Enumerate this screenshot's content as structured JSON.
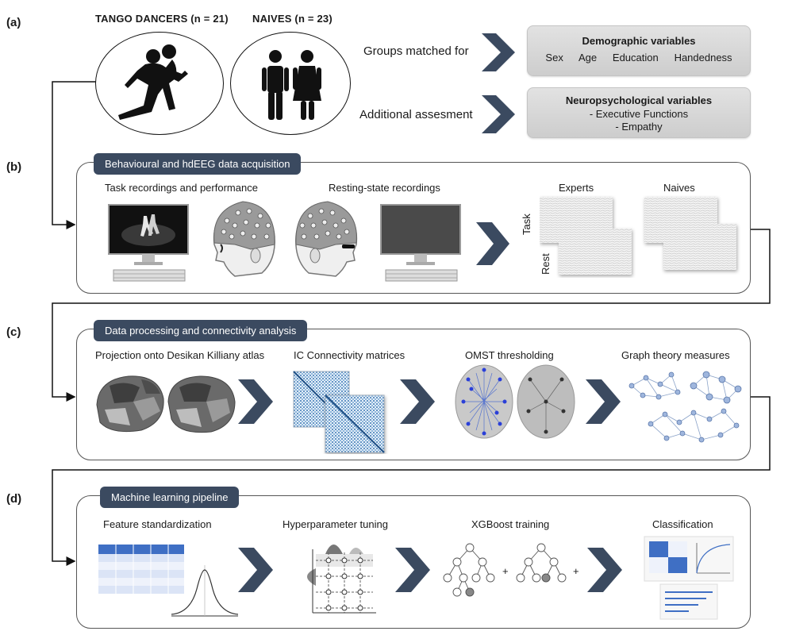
{
  "panels": {
    "a": "(a)",
    "b": "(b)",
    "c": "(c)",
    "d": "(d)"
  },
  "groups": {
    "tango": "TANGO DANCERS (n = 21)",
    "naives": "NAIVES (n = 23)"
  },
  "matching": {
    "label": "Groups matched for",
    "box_title": "Demographic variables",
    "box_items": "Sex   Age   Education   Handedness"
  },
  "assessment": {
    "label": "Additional assesment",
    "box_title": "Neuropsychological variables",
    "item1": "- Executive Functions",
    "item2": "- Empathy"
  },
  "acquisition": {
    "title": "Behavioural and hdEEG data acquisition",
    "task_caption": "Task recordings and performance",
    "rest_caption": "Resting-state recordings",
    "experts": "Experts",
    "naives": "Naives",
    "task": "Task",
    "rest": "Rest"
  },
  "processing": {
    "title": "Data processing and connectivity analysis",
    "atlas": "Projection onto Desikan Killiany atlas",
    "matrices": "IC Connectivity matrices",
    "omst": "OMST thresholding",
    "graph": "Graph theory measures"
  },
  "ml": {
    "title": "Machine learning pipeline",
    "standardization": "Feature standardization",
    "tuning": "Hyperparameter tuning",
    "xgboost": "XGBoost training",
    "classification": "Classification",
    "plus": "+"
  },
  "colors": {
    "tag_bg": "#3b4a60",
    "chevron": "#3b4a60",
    "matrix_blue": "#2f6fae",
    "box_gray": "#d6d6d6"
  }
}
